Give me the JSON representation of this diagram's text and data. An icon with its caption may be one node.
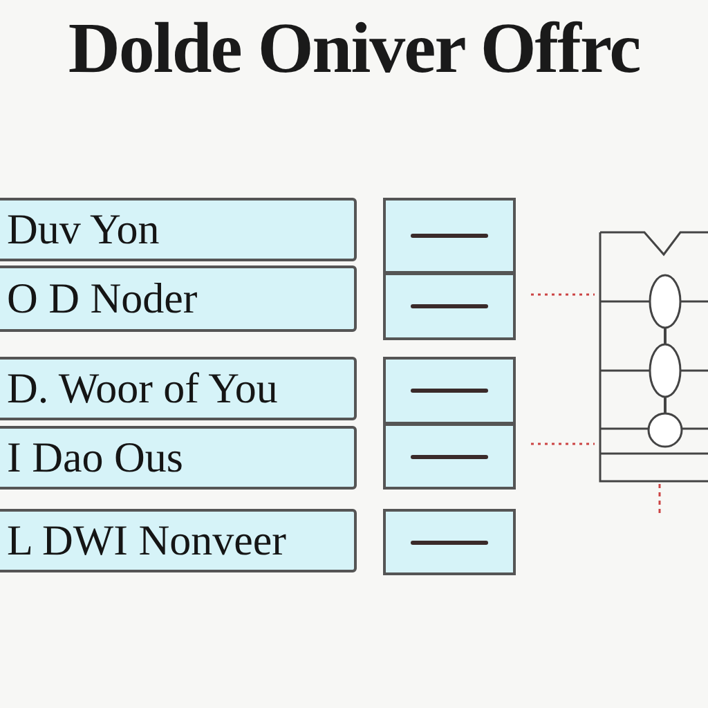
{
  "diagram": {
    "title": "Dolde Oniver Offrc",
    "nodes": [
      {
        "text": [
          "Duv Yon"
        ]
      },
      {
        "text": [
          "O D Noder"
        ]
      },
      {
        "text": [
          "D. Woor of You"
        ]
      },
      {
        "text": [
          "I Dao Ous"
        ]
      },
      {
        "text": [
          "L DWI Nonveer"
        ]
      },
      {
        "text": [],
        "shape": "box"
      },
      {
        "text": [],
        "shape": "box"
      },
      {
        "text": [],
        "shape": "box"
      },
      {
        "text": [],
        "shape": "box"
      },
      {
        "text": [],
        "shape": "box"
      }
    ]
  }
}
